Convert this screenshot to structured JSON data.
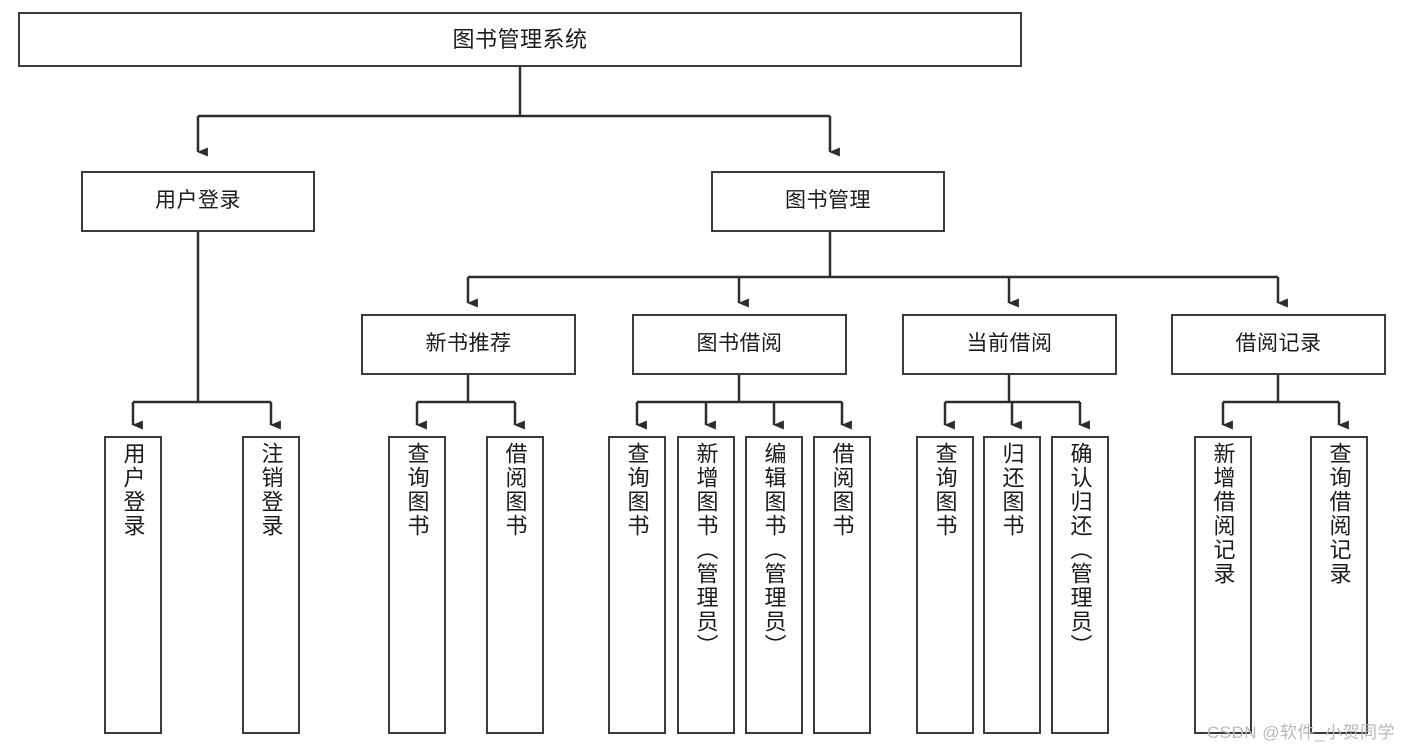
{
  "diagram": {
    "title": "图书管理系统",
    "type": "tree",
    "stroke_color": "#3b3b3b",
    "fill_color": "#ffffff",
    "text_color": "#1b1b1b",
    "root": {
      "id": "root",
      "label": "图书管理系统"
    },
    "level2": [
      {
        "id": "user-login",
        "label": "用户登录"
      },
      {
        "id": "book-management",
        "label": "图书管理"
      }
    ],
    "level3": [
      {
        "id": "new-book-recommend",
        "label": "新书推荐",
        "parent": "book-management"
      },
      {
        "id": "book-borrow",
        "label": "图书借阅",
        "parent": "book-management"
      },
      {
        "id": "current-borrow",
        "label": "当前借阅",
        "parent": "book-management"
      },
      {
        "id": "borrow-record",
        "label": "借阅记录",
        "parent": "book-management"
      }
    ],
    "leaves": [
      {
        "id": "leaf-user-login",
        "label": "用户登录",
        "parent": "user-login"
      },
      {
        "id": "leaf-logout-login",
        "label": "注销登录",
        "parent": "user-login"
      },
      {
        "id": "leaf-query-book-1",
        "label": "查询图书",
        "parent": "new-book-recommend"
      },
      {
        "id": "leaf-borrow-book-1",
        "label": "借阅图书",
        "parent": "new-book-recommend"
      },
      {
        "id": "leaf-query-book-2",
        "label": "查询图书",
        "parent": "book-borrow"
      },
      {
        "id": "leaf-add-book",
        "label": "新增图书（管理员）",
        "parent": "book-borrow"
      },
      {
        "id": "leaf-edit-book",
        "label": "编辑图书（管理员）",
        "parent": "book-borrow"
      },
      {
        "id": "leaf-borrow-book-2",
        "label": "借阅图书",
        "parent": "book-borrow"
      },
      {
        "id": "leaf-query-book-3",
        "label": "查询图书",
        "parent": "current-borrow"
      },
      {
        "id": "leaf-return-book",
        "label": "归还图书",
        "parent": "current-borrow"
      },
      {
        "id": "leaf-confirm-return",
        "label": "确认归还（管理员）",
        "parent": "current-borrow"
      },
      {
        "id": "leaf-add-record",
        "label": "新增借阅记录",
        "parent": "borrow-record"
      },
      {
        "id": "leaf-query-record",
        "label": "查询借阅记录",
        "parent": "borrow-record"
      }
    ]
  },
  "watermark": {
    "text": "CSDN @软件_小贺同学"
  }
}
